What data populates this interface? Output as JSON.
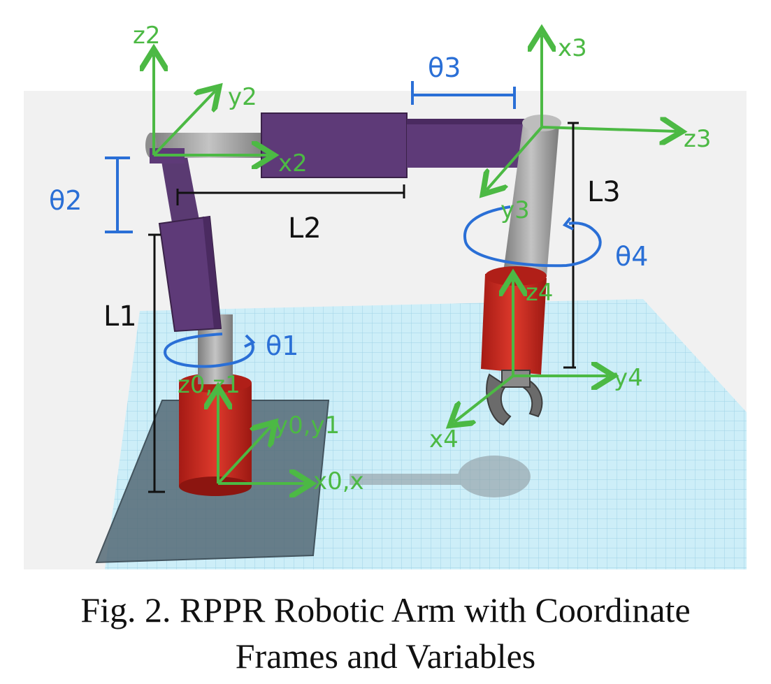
{
  "caption": {
    "line1": "Fig. 2. RPPR Robotic Arm with Coordinate",
    "line2": "Frames and Variables"
  },
  "frames": {
    "z2": "z2",
    "y2": "y2",
    "x2": "x2",
    "x3": "x3",
    "z3": "z3",
    "y3": "y3",
    "z4": "z4",
    "y4": "y4",
    "x4": "x4",
    "z0z1": "z0,z1",
    "y0y1": "y0,y1",
    "x0x1": "x0,x"
  },
  "variables": {
    "theta1": "θ1",
    "theta2": "θ2",
    "theta3": "θ3",
    "theta4": "θ4",
    "L1": "L1",
    "L2": "L2",
    "L3": "L3"
  },
  "colors": {
    "axis_green": "#4cb944",
    "angle_blue": "#2a6fd6",
    "link_purple": "#5e3a78",
    "joint_red": "#c8241c",
    "shaft_gray": "#9a9a9a",
    "grid_blue": "#b9e3f2"
  }
}
